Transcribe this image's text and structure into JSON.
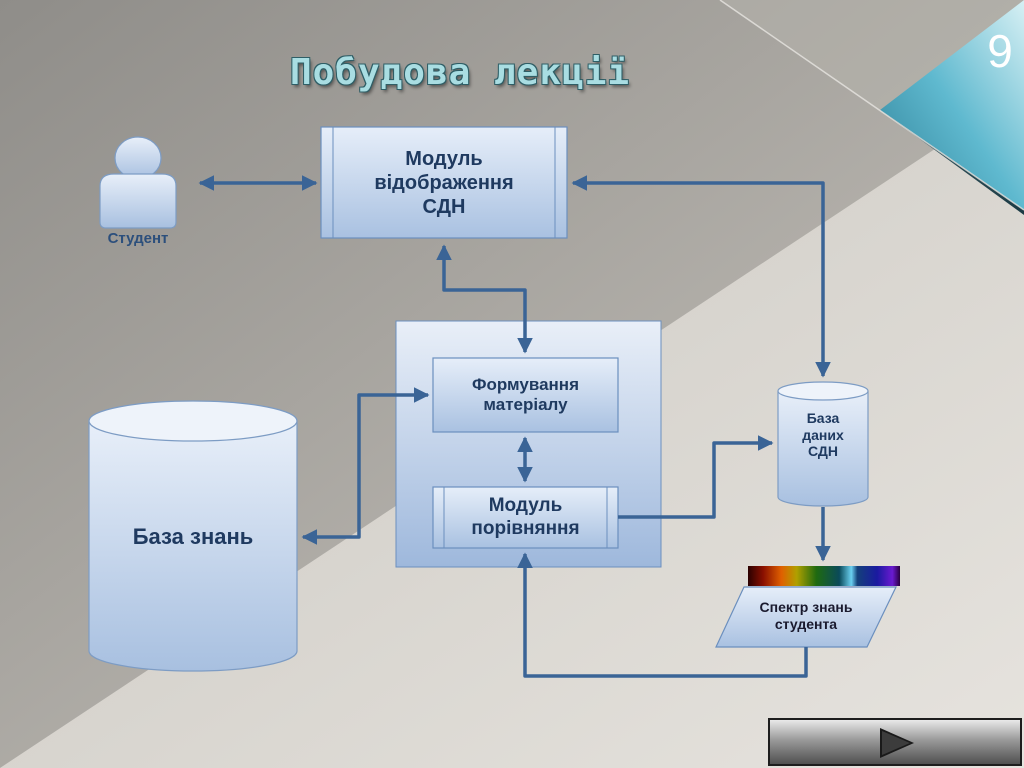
{
  "slide": {
    "title": "Побудова лекції",
    "number": "9"
  },
  "nodes": {
    "student_label": "Студент",
    "display_module": "Модуль\nвідображення\nСДН",
    "material_forming": "Формування\nматеріалу",
    "comparison_module": "Модуль\nпорівняння",
    "knowledge_base": "База знань",
    "sdn_database": "База\nданих\nСДН",
    "knowledge_spectrum": "Спектр знань\nстудента"
  },
  "colors": {
    "arrow": "#3a6496",
    "node_fill_top": "#e6eef9",
    "node_fill_bottom": "#a5bedf",
    "node_border": "#5f85b5",
    "accent_triangle": "#5fb9cf"
  },
  "icons": {
    "student": "user-icon",
    "next": "play-icon"
  }
}
